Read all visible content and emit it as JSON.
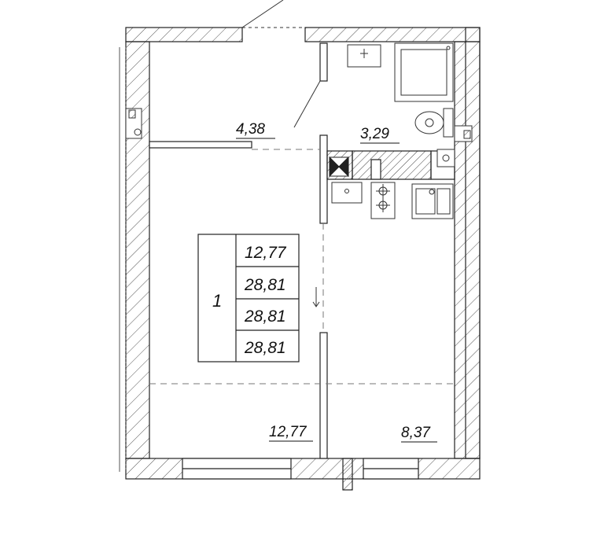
{
  "rooms": [
    {
      "id": "hall",
      "area": "4,38"
    },
    {
      "id": "bathroom",
      "area": "3,29"
    },
    {
      "id": "living",
      "area": "12,77"
    },
    {
      "id": "kitchen",
      "area": "8,37"
    }
  ],
  "legend": {
    "rooms_count": "1",
    "rows": [
      "12,77",
      "28,81",
      "28,81",
      "28,81"
    ]
  }
}
